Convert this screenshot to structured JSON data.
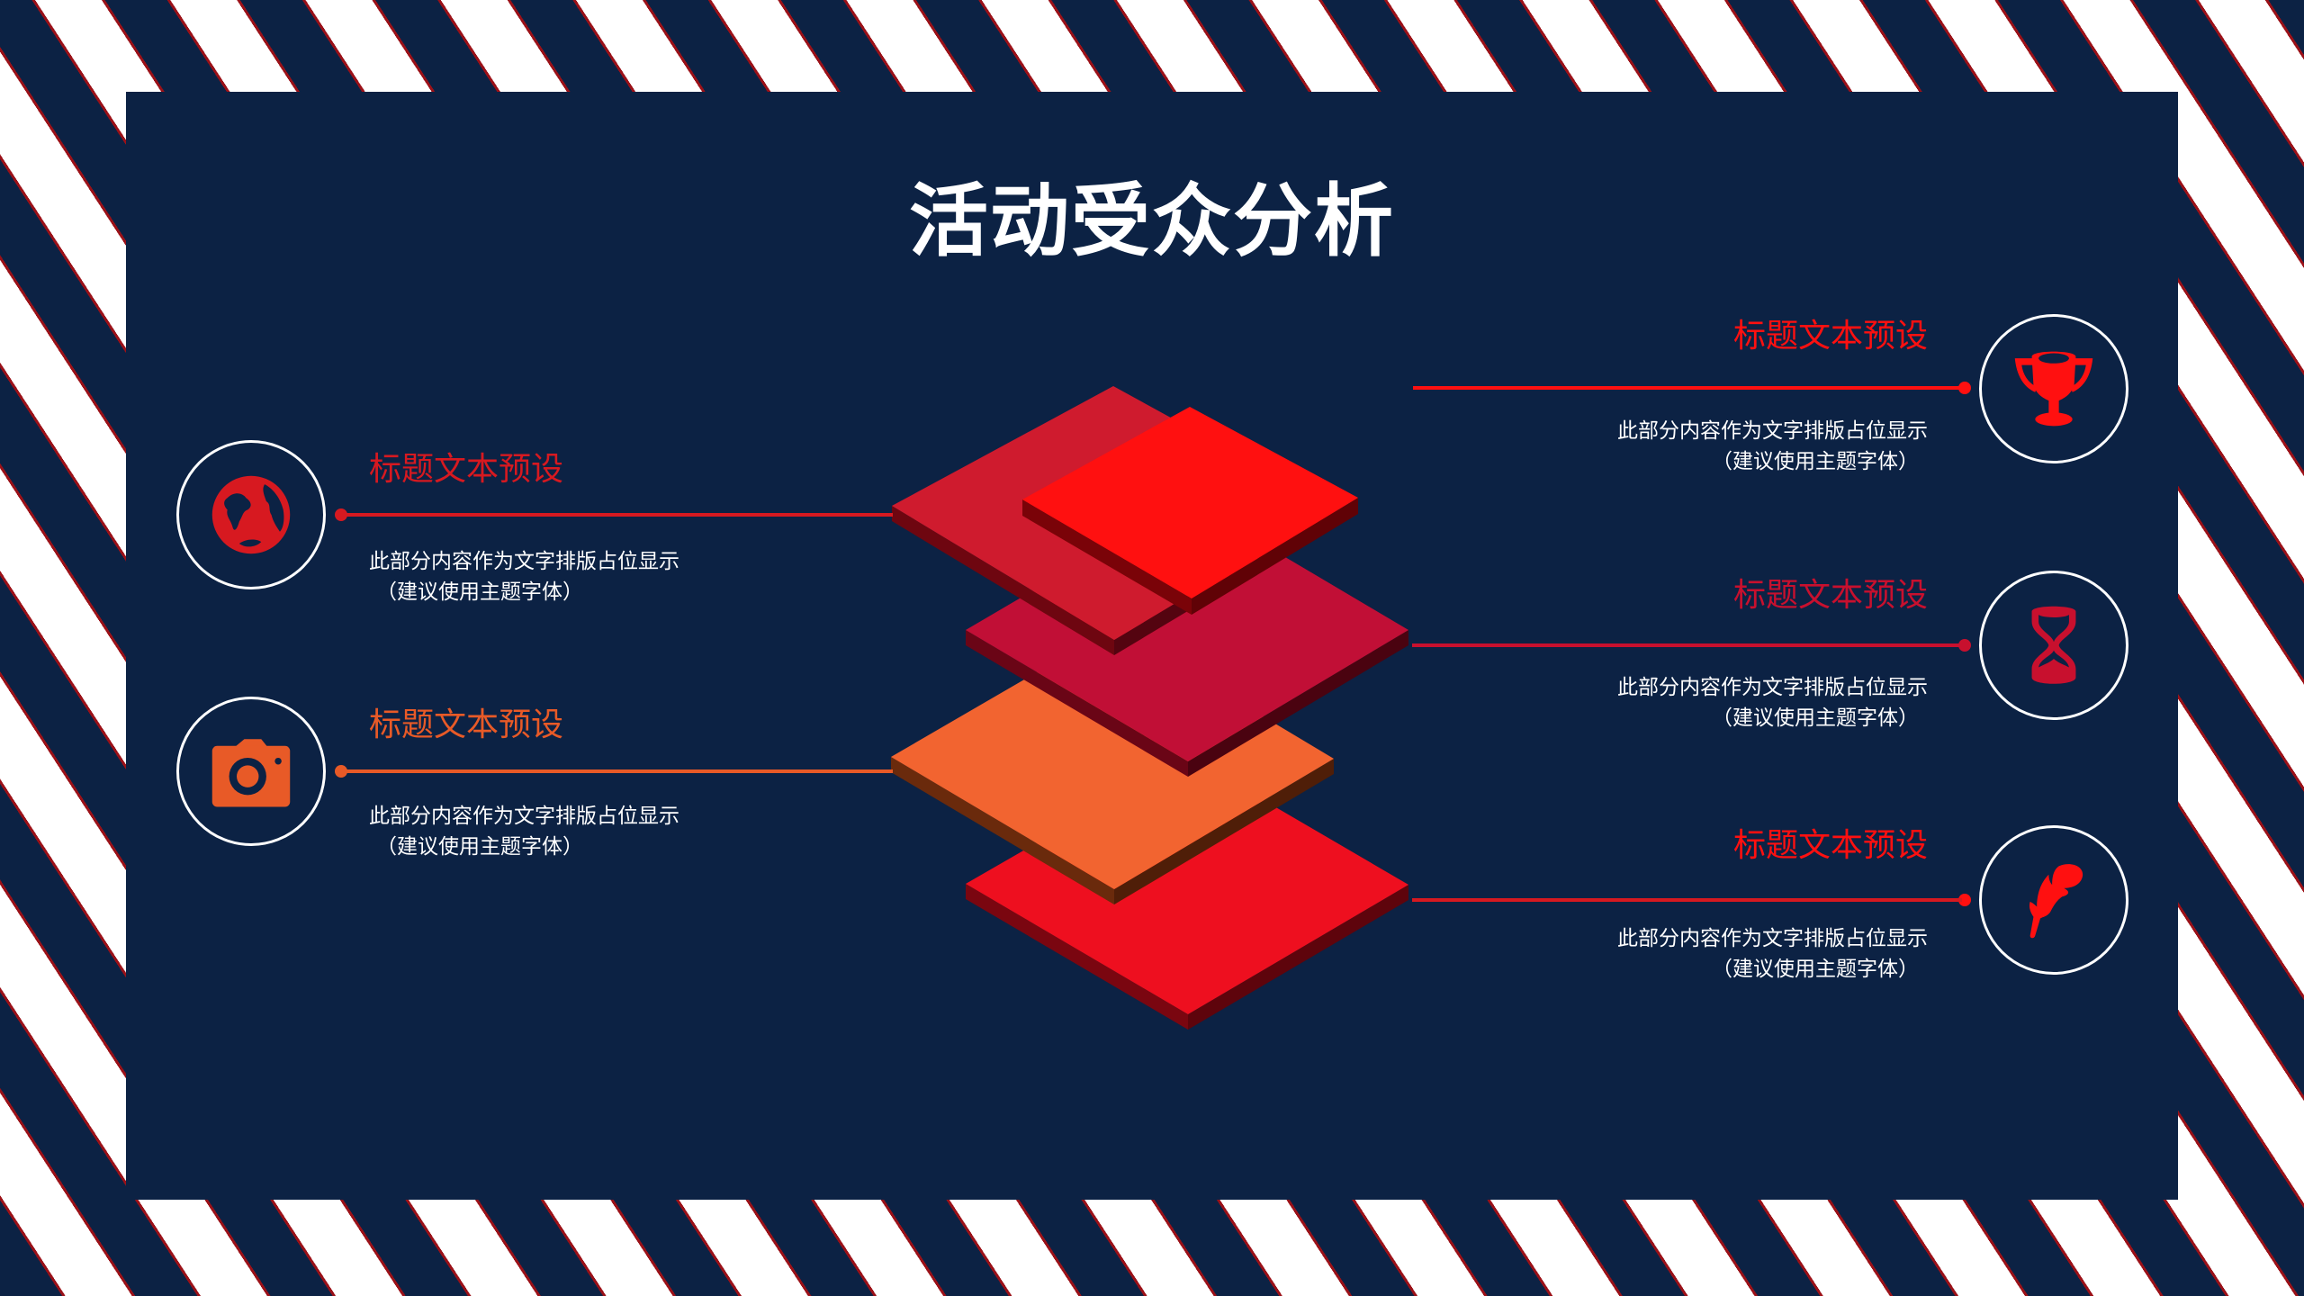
{
  "slide": {
    "title": "活动受众分析",
    "colors": {
      "background": "#0c2244",
      "stripe_white": "#ffffff",
      "stripe_edge": "#9b1118",
      "red": "#ff1010",
      "crimson": "#c8102e",
      "dark_red": "#d71920",
      "orange": "#e85a27"
    }
  },
  "left_items": [
    {
      "icon": "globe-icon",
      "title": "标题文本预设",
      "body_line1": "此部分内容作为文字排版占位显示",
      "body_line2": "（建议使用主题字体）",
      "color": "#d71920"
    },
    {
      "icon": "camera-icon",
      "title": "标题文本预设",
      "body_line1": "此部分内容作为文字排版占位显示",
      "body_line2": "（建议使用主题字体）",
      "color": "#e85a27"
    }
  ],
  "right_items": [
    {
      "icon": "trophy-icon",
      "title": "标题文本预设",
      "body_line1": "此部分内容作为文字排版占位显示",
      "body_line2": "（建议使用主题字体）",
      "color": "#ff1010"
    },
    {
      "icon": "hourglass-icon",
      "title": "标题文本预设",
      "body_line1": "此部分内容作为文字排版占位显示",
      "body_line2": "（建议使用主题字体）",
      "color": "#c8102e"
    },
    {
      "icon": "feather-icon",
      "title": "标题文本预设",
      "body_line1": "此部分内容作为文字排版占位显示",
      "body_line2": "（建议使用主题字体）",
      "color": "#ff1010"
    }
  ],
  "layers": [
    {
      "name": "layer-1-back",
      "color": "#c8192e"
    },
    {
      "name": "layer-1-front",
      "color": "#ff1010"
    },
    {
      "name": "layer-2",
      "color": "#c10f36"
    },
    {
      "name": "layer-3",
      "color": "#f26430"
    },
    {
      "name": "layer-4",
      "color": "#ee0f1f"
    }
  ]
}
